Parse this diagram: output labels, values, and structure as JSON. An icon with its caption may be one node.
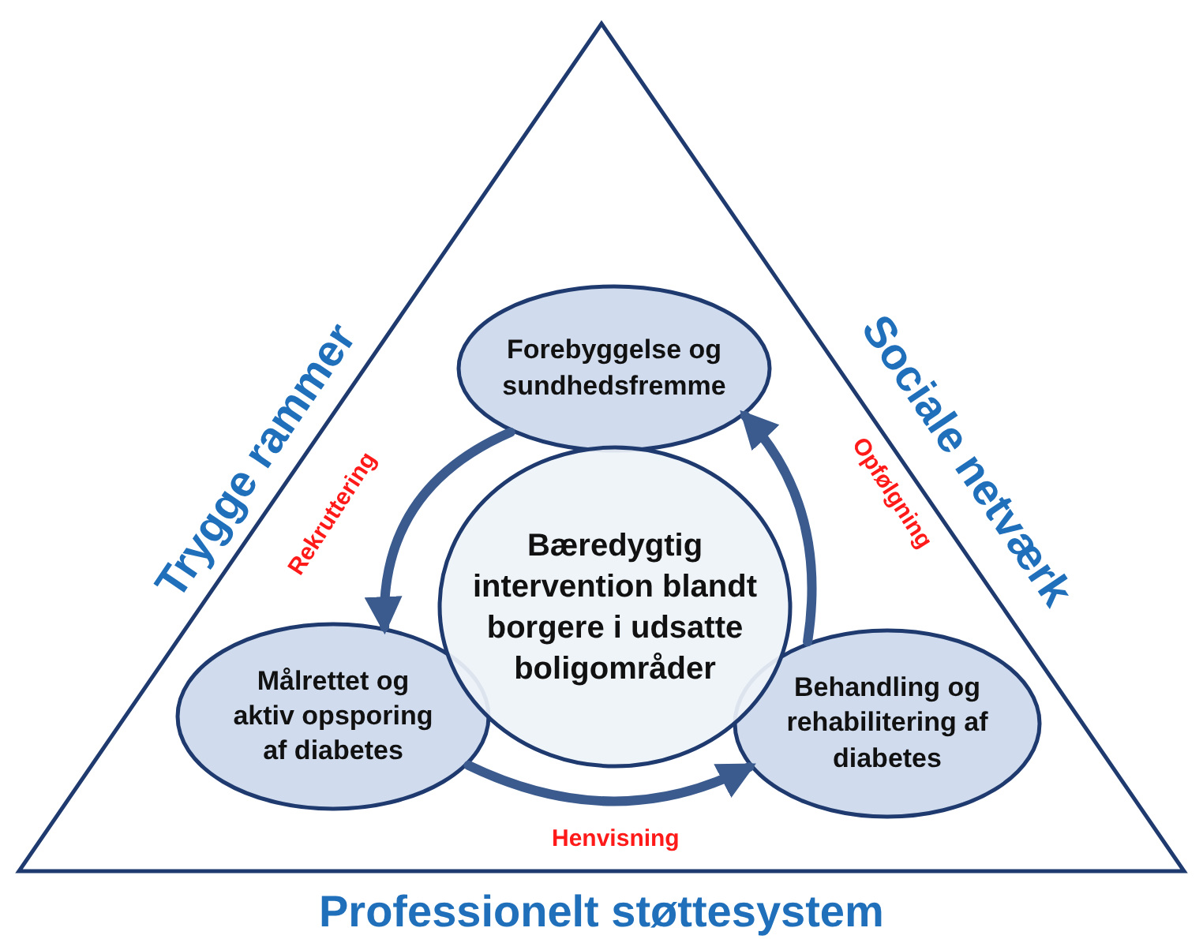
{
  "diagram": {
    "nodes": [
      {
        "text": [
          "Forebyggelse og sundhedsfremme"
        ]
      },
      {
        "text": [
          "Målrettet og aktiv opsporing af diabetes"
        ]
      },
      {
        "text": [
          "Behandling og rehabilitering af diabetes"
        ]
      },
      {
        "text": [
          "Bæredygtig intervention blandt borgere i udsatte boligområder"
        ]
      }
    ],
    "edges": [
      {
        "from": 0,
        "to": 1,
        "arrow": "to",
        "label": "Rekruttering"
      },
      {
        "from": 1,
        "to": 2,
        "arrow": "to",
        "label": "Henvisning"
      },
      {
        "from": 2,
        "to": 0,
        "arrow": "to",
        "label": "Opfølgning"
      }
    ],
    "labels": [
      "Trygge rammer",
      "Sociale netværk",
      "Professionelt støttesystem"
    ]
  }
}
